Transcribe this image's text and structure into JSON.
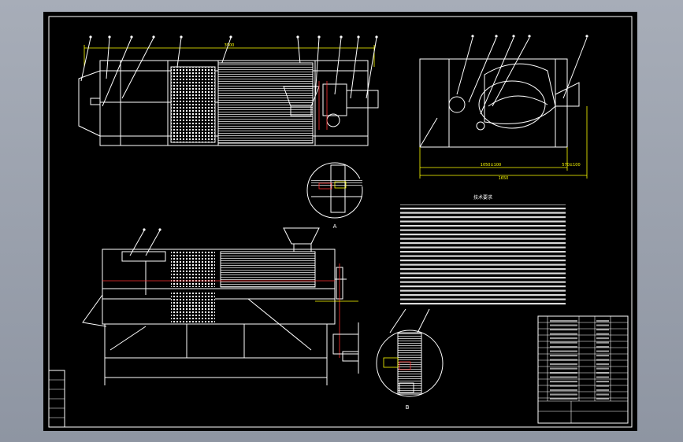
{
  "tech_requirements_title": "技术要求",
  "section_labels": {
    "a": "A",
    "b": "B"
  },
  "dimensions": {
    "top_length": "3900",
    "end_width": "1050±100",
    "end_offset": "570±100",
    "end_total": "1650"
  },
  "colors": {
    "background": "#000000",
    "outline": "#ffffff",
    "dimension": "#ffff00",
    "centerline": "#ff3030",
    "hidden": "#00ffff",
    "frame_bg": "#9aa0ab"
  }
}
